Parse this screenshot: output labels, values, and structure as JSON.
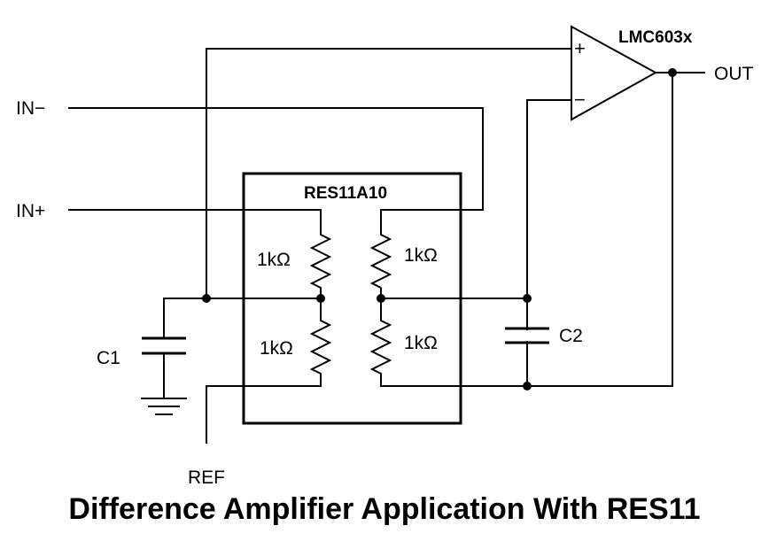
{
  "labels": {
    "in_minus": "IN−",
    "in_plus": "IN+",
    "out": "OUT",
    "ref": "REF",
    "c1": "C1",
    "c2": "C2"
  },
  "opamp": {
    "name": "LMC603x",
    "plus": "+",
    "minus": "−"
  },
  "network": {
    "name": "RES11A10",
    "r_top_left": "1kΩ",
    "r_top_right": "1kΩ",
    "r_bot_left": "1kΩ",
    "r_bot_right": "1kΩ"
  },
  "caption": "Difference Amplifier Application With RES11"
}
